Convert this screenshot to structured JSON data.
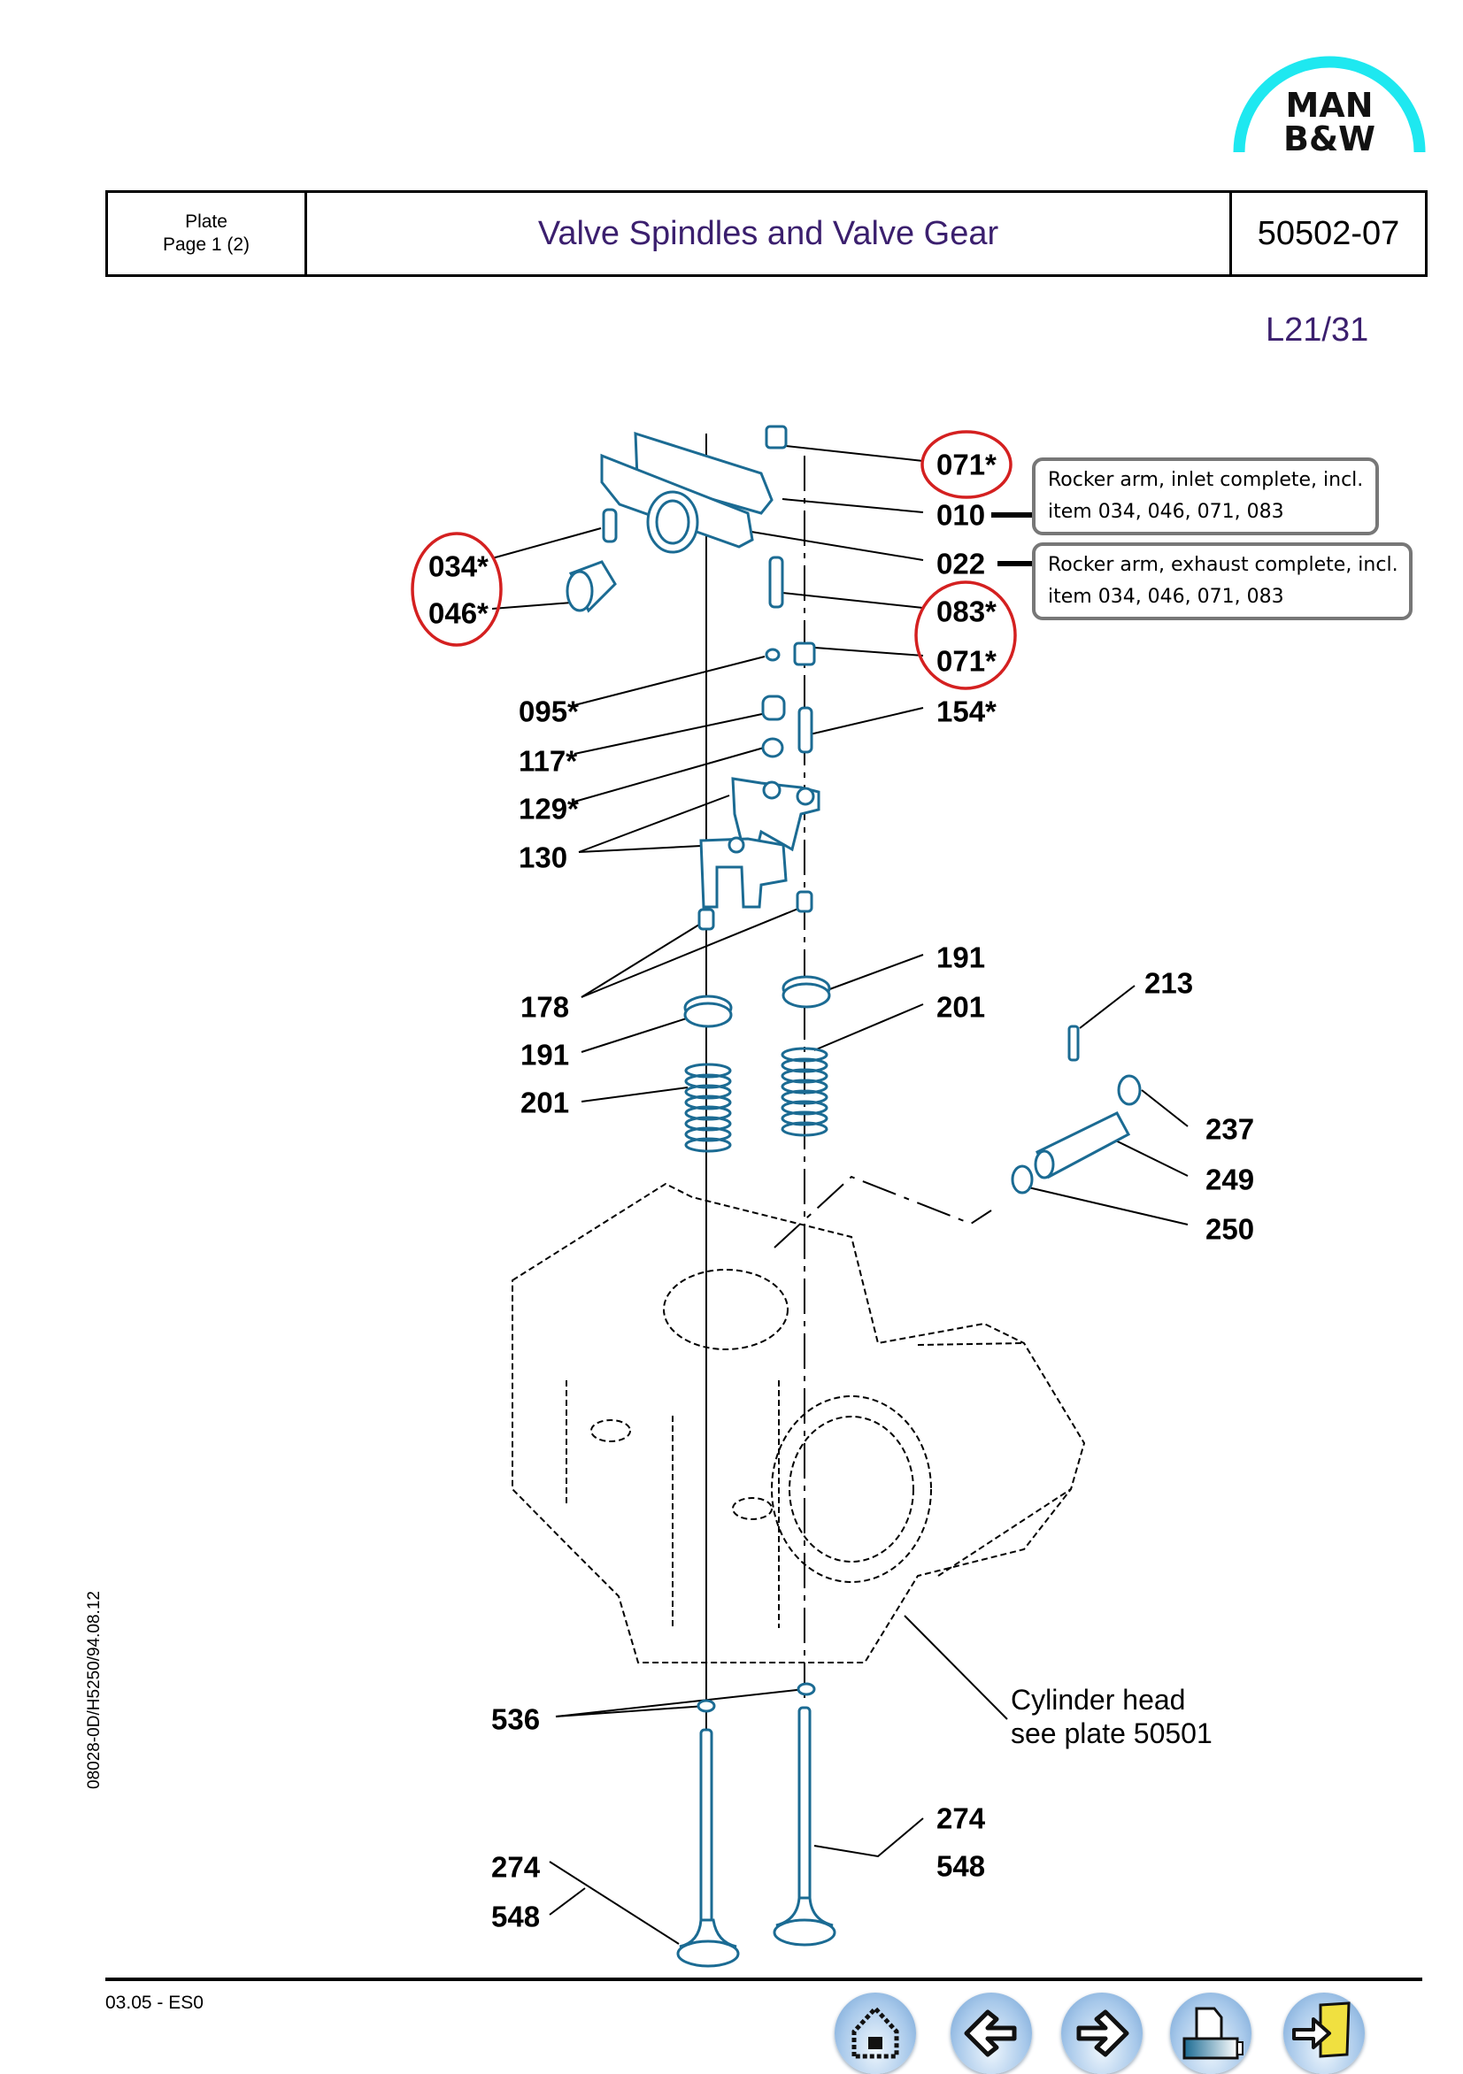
{
  "logo": {
    "line1": "MAN",
    "line2": "B&W",
    "arc_color": "#1ee8f0"
  },
  "header": {
    "plate_label": "Plate",
    "page_label": "Page 1 (2)",
    "title": "Valve Spindles and Valve Gear",
    "plate_number": "50502-07"
  },
  "engine_model": "L21/31",
  "side_code": "08028-0D/H5250/94.08.12",
  "callouts": [
    {
      "line1": "Rocker arm, inlet complete, incl.",
      "line2": "item 034, 046, 071, 083"
    },
    {
      "line1": "Rocker arm, exhaust complete, incl.",
      "line2": "item 034, 046, 071, 083"
    }
  ],
  "labels": {
    "l071a": "071*",
    "l010": "010",
    "l022": "022",
    "l083": "083*",
    "l071b": "071*",
    "l034": "034*",
    "l046": "046*",
    "l095": "095*",
    "l117": "117*",
    "l129": "129*",
    "l130": "130",
    "l154": "154*",
    "l178": "178",
    "l191a": "191",
    "l201a": "201",
    "l191b": "191",
    "l201b": "201",
    "l213": "213",
    "l237": "237",
    "l249": "249",
    "l250": "250",
    "l536": "536",
    "l274a": "274",
    "l548a": "548",
    "l274b": "274",
    "l548b": "548"
  },
  "cylinder_head_note": {
    "line1": "Cylinder head",
    "line2": "see plate 50501"
  },
  "footer": {
    "code": "03.05 - ES0"
  },
  "nav": [
    "home-button",
    "back-button",
    "forward-button",
    "print-button",
    "exit-button"
  ],
  "colors": {
    "part": "#1b6b93",
    "highlight": "#d42020",
    "title": "#3b1f6e"
  }
}
